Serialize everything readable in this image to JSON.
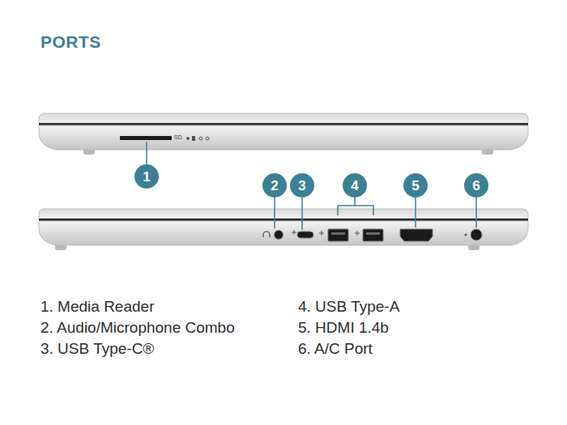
{
  "diagram": {
    "title": "PORTS",
    "nodes": [
      {
        "text": [
          "1"
        ]
      },
      {
        "text": [
          "2"
        ]
      },
      {
        "text": [
          "3"
        ]
      },
      {
        "text": [
          "4"
        ]
      },
      {
        "text": [
          "5"
        ]
      },
      {
        "text": [
          "6"
        ]
      }
    ],
    "labels": [
      "SD",
      "1. Media Reader",
      "2. Audio/Microphone Combo",
      "3. USB Type-C®",
      "4. USB Type-A",
      "5. HDMI 1.4b",
      "6. A/C Port"
    ]
  }
}
